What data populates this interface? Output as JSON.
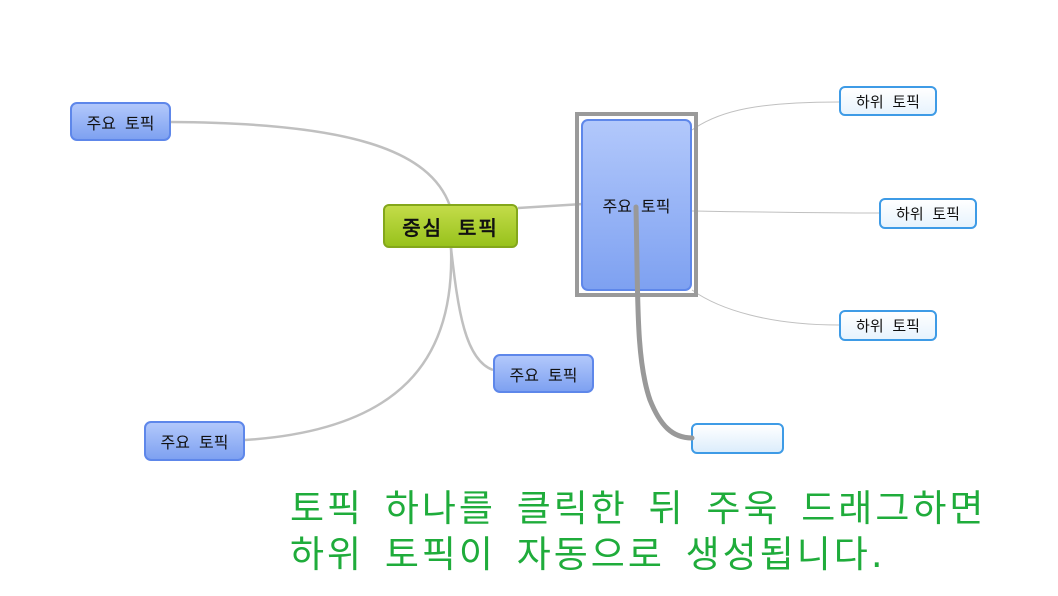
{
  "central_topic": {
    "label": "중심 토픽"
  },
  "main_topics": [
    {
      "label": "주요 토픽"
    },
    {
      "label": "주요 토픽"
    },
    {
      "label": "주요 토픽"
    }
  ],
  "selected_topic": {
    "label": "주요 토픽"
  },
  "sub_topics": [
    {
      "label": "하위 토픽"
    },
    {
      "label": "하위 토픽"
    },
    {
      "label": "하위 토픽"
    }
  ],
  "new_sub_topic": {
    "label": ""
  },
  "caption": {
    "line1": "토픽 하나를 클릭한 뒤 주욱 드래그하면",
    "line2": "하위 토픽이 자동으로 생성됩니다."
  },
  "colors": {
    "central_fill": "#a8cc2a",
    "main_fill": "#8fb0f5",
    "sub_border": "#3e9be6",
    "connector": "#c0c0c0",
    "selection": "#9a9a9a",
    "caption_text": "#1fac3b"
  }
}
